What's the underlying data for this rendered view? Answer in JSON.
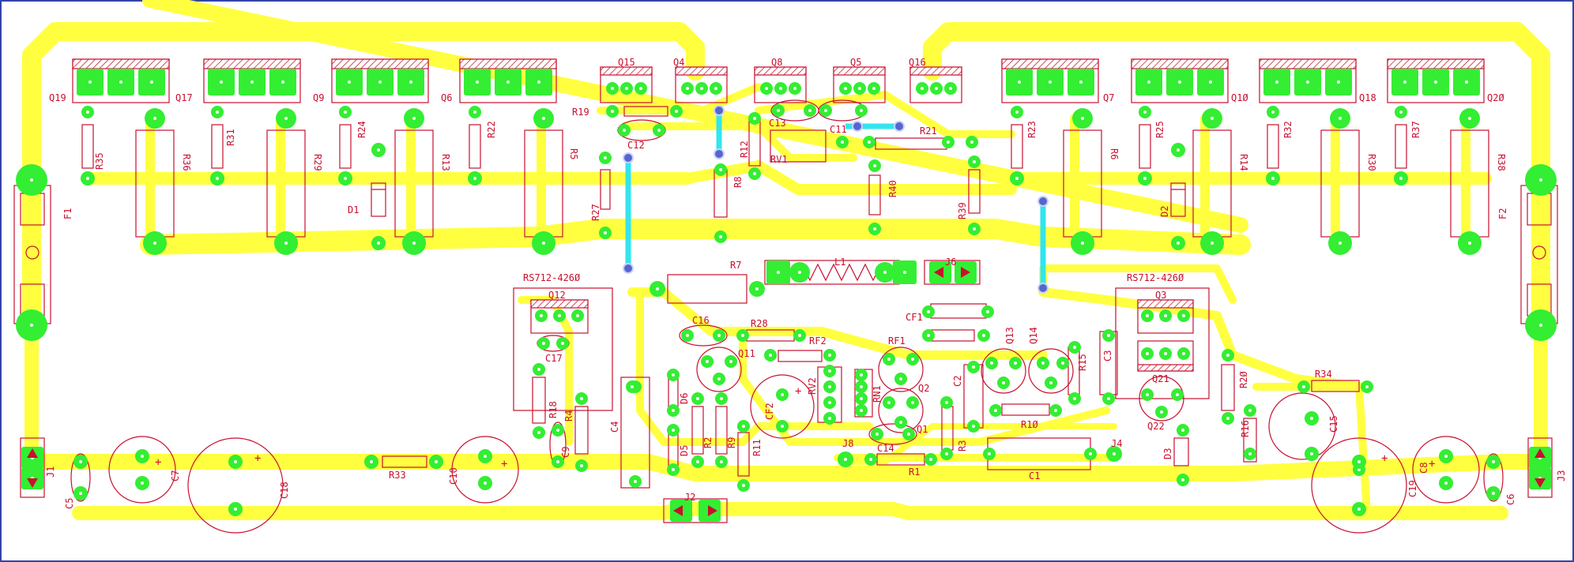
{
  "colors": {
    "background": "#ffffff",
    "trace": "#ffff40",
    "pad": "#33ee33",
    "jumper": "#33e5ee",
    "via": "#5566cc",
    "silkscreen": "#c8102e",
    "border": "#3344aa"
  },
  "icons": [
    "electrolytic-capacitor-plus-sign",
    "fuse-holder-icon",
    "connector-arrow-icon",
    "heatsink-hatch-pattern"
  ],
  "labels": {
    "Q19": "Q19",
    "Q17": "Q17",
    "Q9": "Q9",
    "Q6": "Q6",
    "Q15": "Q15",
    "Q4": "Q4",
    "Q8": "Q8",
    "Q5": "Q5",
    "Q16": "Q16",
    "Q7": "Q7",
    "Q10": "Q1Ø",
    "Q18": "Q18",
    "Q20": "Q2Ø",
    "R35": "R35",
    "R36": "R36",
    "R31": "R31",
    "R29": "R29",
    "R24": "R24",
    "R13": "R13",
    "R22": "R22",
    "R5": "R5",
    "D1": "D1",
    "R19": "R19",
    "C12": "C12",
    "R27": "R27",
    "R8": "R8",
    "R12": "R12",
    "C13": "C13",
    "C11": "C11",
    "RV1": "RV1",
    "R21": "R21",
    "R40": "R40",
    "R39": "R39",
    "R23": "R23",
    "R6": "R6",
    "R25": "R25",
    "R14": "R14",
    "D2": "D2",
    "R32": "R32",
    "R30": "R30",
    "R37": "R37",
    "R38": "R38",
    "F1": "F1",
    "F2": "F2",
    "RS_left": "RS712-426Ø",
    "RS_right": "RS712-426Ø",
    "R7": "R7",
    "L1": "L1",
    "J6": "J6",
    "CF1": "CF1",
    "Q12": "Q12",
    "C17": "C17",
    "R18": "R18",
    "R4": "R4",
    "C4": "C4",
    "C9": "C9",
    "C16": "C16",
    "R28": "R28",
    "RF2": "RF2",
    "Q11": "Q11",
    "RF1": "RF1",
    "Q13": "Q13",
    "Q14": "Q14",
    "R15": "R15",
    "C3": "C3",
    "Q3": "Q3",
    "R20": "R2Ø",
    "Q21": "Q21",
    "Q22": "Q22",
    "R34": "R34",
    "R16": "R16",
    "C15": "C15",
    "D6": "D6",
    "D5": "D5",
    "R2": "R2",
    "R9": "R9",
    "R11": "R11",
    "CF2": "CF2",
    "RV2": "RV2",
    "RN1": "RN1",
    "Q2": "Q2",
    "Q1": "Q1",
    "C2": "C2",
    "R10": "R1Ø",
    "R3": "R3",
    "C14": "C14",
    "J8": "J8",
    "R1": "R1",
    "J4": "J4",
    "D3": "D3",
    "C1": "C1",
    "J1": "J1",
    "C5": "C5",
    "C7": "C7",
    "C18": "C18",
    "R33": "R33",
    "C10": "C10",
    "J2": "J2",
    "C19": "C19",
    "C8": "C8",
    "C6": "C6",
    "J3": "J3"
  }
}
